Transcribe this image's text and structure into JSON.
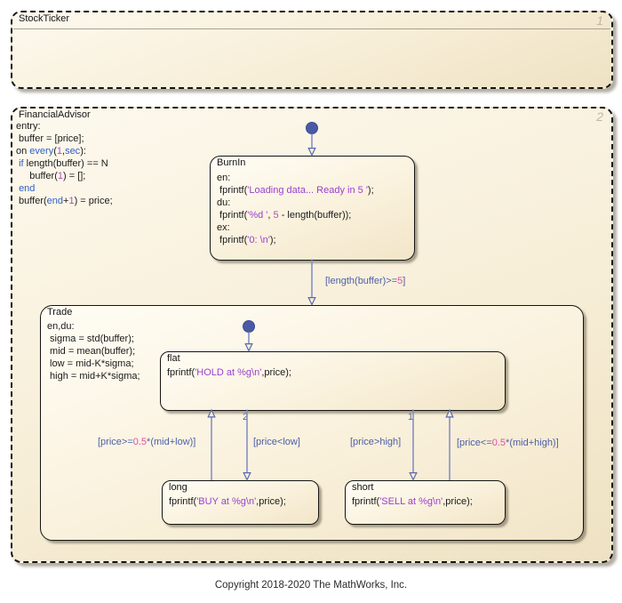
{
  "copyright": "Copyright 2018-2020 The MathWorks, Inc.",
  "colors": {
    "keyword": "#2e5fc4",
    "number_literal": "#b04bbe",
    "string_literal": "#9b3fd1",
    "transition_label": "#4d5da8",
    "transition_label_number": "#de4fa6",
    "transition_line": "#7c8bc7",
    "state_fill_light": "#fffdf5",
    "state_fill_dark": "#f2e5c8",
    "badge_gray": "#bfb7a0"
  },
  "stock_ticker": {
    "title": "StockTicker",
    "badge": "1"
  },
  "financial_advisor": {
    "title": "FinancialAdvisor",
    "badge": "2",
    "code": [
      [
        {
          "t": "entry:",
          "c": "p"
        }
      ],
      [
        {
          "t": " buffer = [price];",
          "c": "p"
        }
      ],
      [
        {
          "t": "on ",
          "c": "p"
        },
        {
          "t": "every",
          "c": "k"
        },
        {
          "t": "(",
          "c": "p"
        },
        {
          "t": "1",
          "c": "n"
        },
        {
          "t": ",",
          "c": "p"
        },
        {
          "t": "sec",
          "c": "k"
        },
        {
          "t": "):",
          "c": "p"
        }
      ],
      [
        {
          "t": " ",
          "c": "p"
        },
        {
          "t": "if",
          "c": "k"
        },
        {
          "t": " length(buffer) == N",
          "c": "p"
        }
      ],
      [
        {
          "t": "     buffer(",
          "c": "p"
        },
        {
          "t": "1",
          "c": "n"
        },
        {
          "t": ") = [];",
          "c": "p"
        }
      ],
      [
        {
          "t": " ",
          "c": "p"
        },
        {
          "t": "end",
          "c": "k"
        }
      ],
      [
        {
          "t": " buffer(",
          "c": "p"
        },
        {
          "t": "end",
          "c": "k"
        },
        {
          "t": "+",
          "c": "p"
        },
        {
          "t": "1",
          "c": "n"
        },
        {
          "t": ") = price;",
          "c": "p"
        }
      ]
    ]
  },
  "burnin": {
    "title": "BurnIn",
    "code": [
      [
        {
          "t": "en:",
          "c": "p"
        }
      ],
      [
        {
          "t": " fprintf(",
          "c": "p"
        },
        {
          "t": "'Loading data... Ready in 5 '",
          "c": "s"
        },
        {
          "t": ");",
          "c": "p"
        }
      ],
      [
        {
          "t": "du:",
          "c": "p"
        }
      ],
      [
        {
          "t": " fprintf(",
          "c": "p"
        },
        {
          "t": "'%d '",
          "c": "s"
        },
        {
          "t": ", ",
          "c": "p"
        },
        {
          "t": "5",
          "c": "n"
        },
        {
          "t": " - length(buffer));",
          "c": "p"
        }
      ],
      [
        {
          "t": "ex:",
          "c": "p"
        }
      ],
      [
        {
          "t": " fprintf(",
          "c": "p"
        },
        {
          "t": "'0: \\n'",
          "c": "s"
        },
        {
          "t": ");",
          "c": "p"
        }
      ]
    ]
  },
  "trade": {
    "title": "Trade",
    "code": [
      [
        {
          "t": "en,du:",
          "c": "p"
        }
      ],
      [
        {
          "t": " sigma = std(buffer);",
          "c": "p"
        }
      ],
      [
        {
          "t": " mid = mean(buffer);",
          "c": "p"
        }
      ],
      [
        {
          "t": " low = mid-K*sigma;",
          "c": "p"
        }
      ],
      [
        {
          "t": " high = mid+K*sigma;",
          "c": "p"
        }
      ]
    ]
  },
  "flat_state": {
    "title": "flat",
    "code": [
      [
        {
          "t": "fprintf(",
          "c": "p"
        },
        {
          "t": "'HOLD at %g\\n'",
          "c": "s"
        },
        {
          "t": ",price);",
          "c": "p"
        }
      ]
    ]
  },
  "long_state": {
    "title": "long",
    "code": [
      [
        {
          "t": "fprintf(",
          "c": "p"
        },
        {
          "t": "'BUY at %g\\n'",
          "c": "s"
        },
        {
          "t": ",price);",
          "c": "p"
        }
      ]
    ]
  },
  "short_state": {
    "title": "short",
    "code": [
      [
        {
          "t": "fprintf(",
          "c": "p"
        },
        {
          "t": "'SELL at %g\\n'",
          "c": "s"
        },
        {
          "t": ",price);",
          "c": "p"
        }
      ]
    ]
  },
  "transitions": {
    "burnin_to_trade": [
      {
        "t": "[length(buffer)>=",
        "c": "lb"
      },
      {
        "t": "5",
        "c": "ln"
      },
      {
        "t": "]",
        "c": "lb"
      }
    ],
    "long_to_flat": [
      {
        "t": "[price>=",
        "c": "lb"
      },
      {
        "t": "0.5",
        "c": "ln"
      },
      {
        "t": "*(mid+low)]",
        "c": "lb"
      }
    ],
    "flat_to_long": [
      {
        "t": "[price<low]",
        "c": "lb"
      }
    ],
    "flat_to_short": [
      {
        "t": "[price>high]",
        "c": "lb"
      }
    ],
    "short_to_flat": [
      {
        "t": "[price<=",
        "c": "lb"
      },
      {
        "t": "0.5",
        "c": "ln"
      },
      {
        "t": "*(mid+high)]",
        "c": "lb"
      }
    ],
    "flat_to_long_number": "2",
    "flat_to_short_number": "1"
  }
}
